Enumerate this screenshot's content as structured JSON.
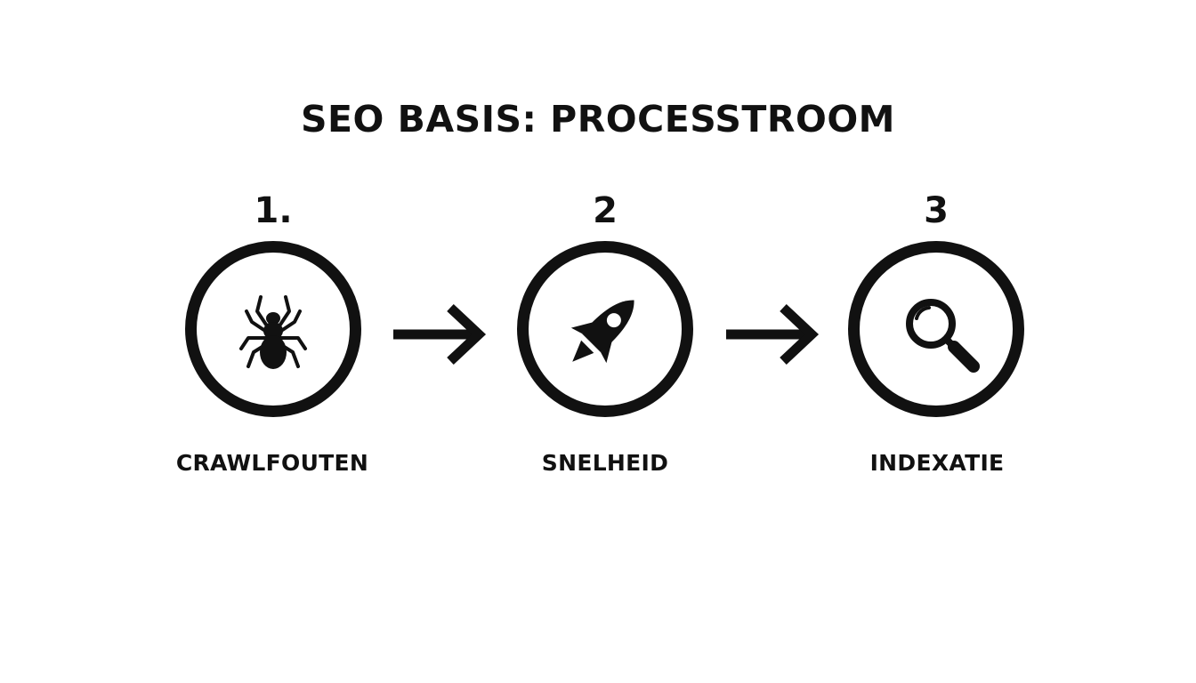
{
  "diagram": {
    "title": "SEO BASIS: PROCESSTROOM",
    "steps": [
      {
        "number": "1.",
        "label": "CRAWLFOUTEN",
        "icon": "spider-icon"
      },
      {
        "number": "2",
        "label": "SNELHEID",
        "icon": "rocket-icon"
      },
      {
        "number": "3",
        "label": "INDEXATIE",
        "icon": "magnifying-glass-icon"
      }
    ],
    "connectors": [
      "arrow-right-icon",
      "arrow-right-icon"
    ],
    "colors": {
      "stroke": "#111111",
      "background": "#ffffff"
    }
  }
}
